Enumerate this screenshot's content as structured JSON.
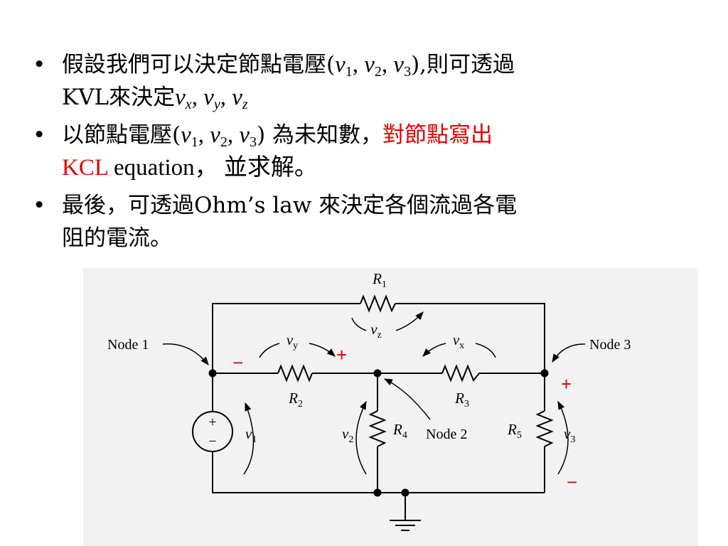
{
  "bullets": [
    {
      "l1_a": "假設我們可以決定節點電壓(",
      "l1_v1": "v",
      "l1_s1": "1",
      "l1_c1": ", ",
      "l1_v2": "v",
      "l1_s2": "2",
      "l1_c2": ", ",
      "l1_v3": "v",
      "l1_s3": "3",
      "l1_b": "),則可透過",
      "l2_a": "KVL來決定",
      "l2_v1": "v",
      "l2_s1": "x",
      "l2_c1": ", ",
      "l2_v2": "v",
      "l2_s2": "y",
      "l2_c2": ", ",
      "l2_v3": "v",
      "l2_s3": "z"
    },
    {
      "l1_a": "以節點電壓(",
      "l1_v1": "v",
      "l1_s1": "1",
      "l1_c1": ", ",
      "l1_v2": "v",
      "l1_s2": "2",
      "l1_c2": ", ",
      "l1_v3": "v",
      "l1_s3": "3",
      "l1_b": ") 為未知數，",
      "l1_red": "對節點寫出",
      "l2_red": "KCL",
      "l2_b": " equation， 並求解。"
    },
    {
      "l1": "最後，可透過Ohm’s law 來決定各個流過各電",
      "l2": "阻的電流。"
    }
  ],
  "circuit": {
    "node1": "Node 1",
    "node2": "Node 2",
    "node3": "Node 3",
    "r_letter": "R",
    "r1": "1",
    "r2": "2",
    "r3": "3",
    "r4": "4",
    "r5": "5",
    "v_letter": "v",
    "sx": "x",
    "sy": "y",
    "sz": "z",
    "s1": "1",
    "s2": "2",
    "s3": "3",
    "src_plus": "+",
    "src_minus": "−",
    "plus": "+",
    "minus": "−",
    "sign_color": "#e00000"
  }
}
